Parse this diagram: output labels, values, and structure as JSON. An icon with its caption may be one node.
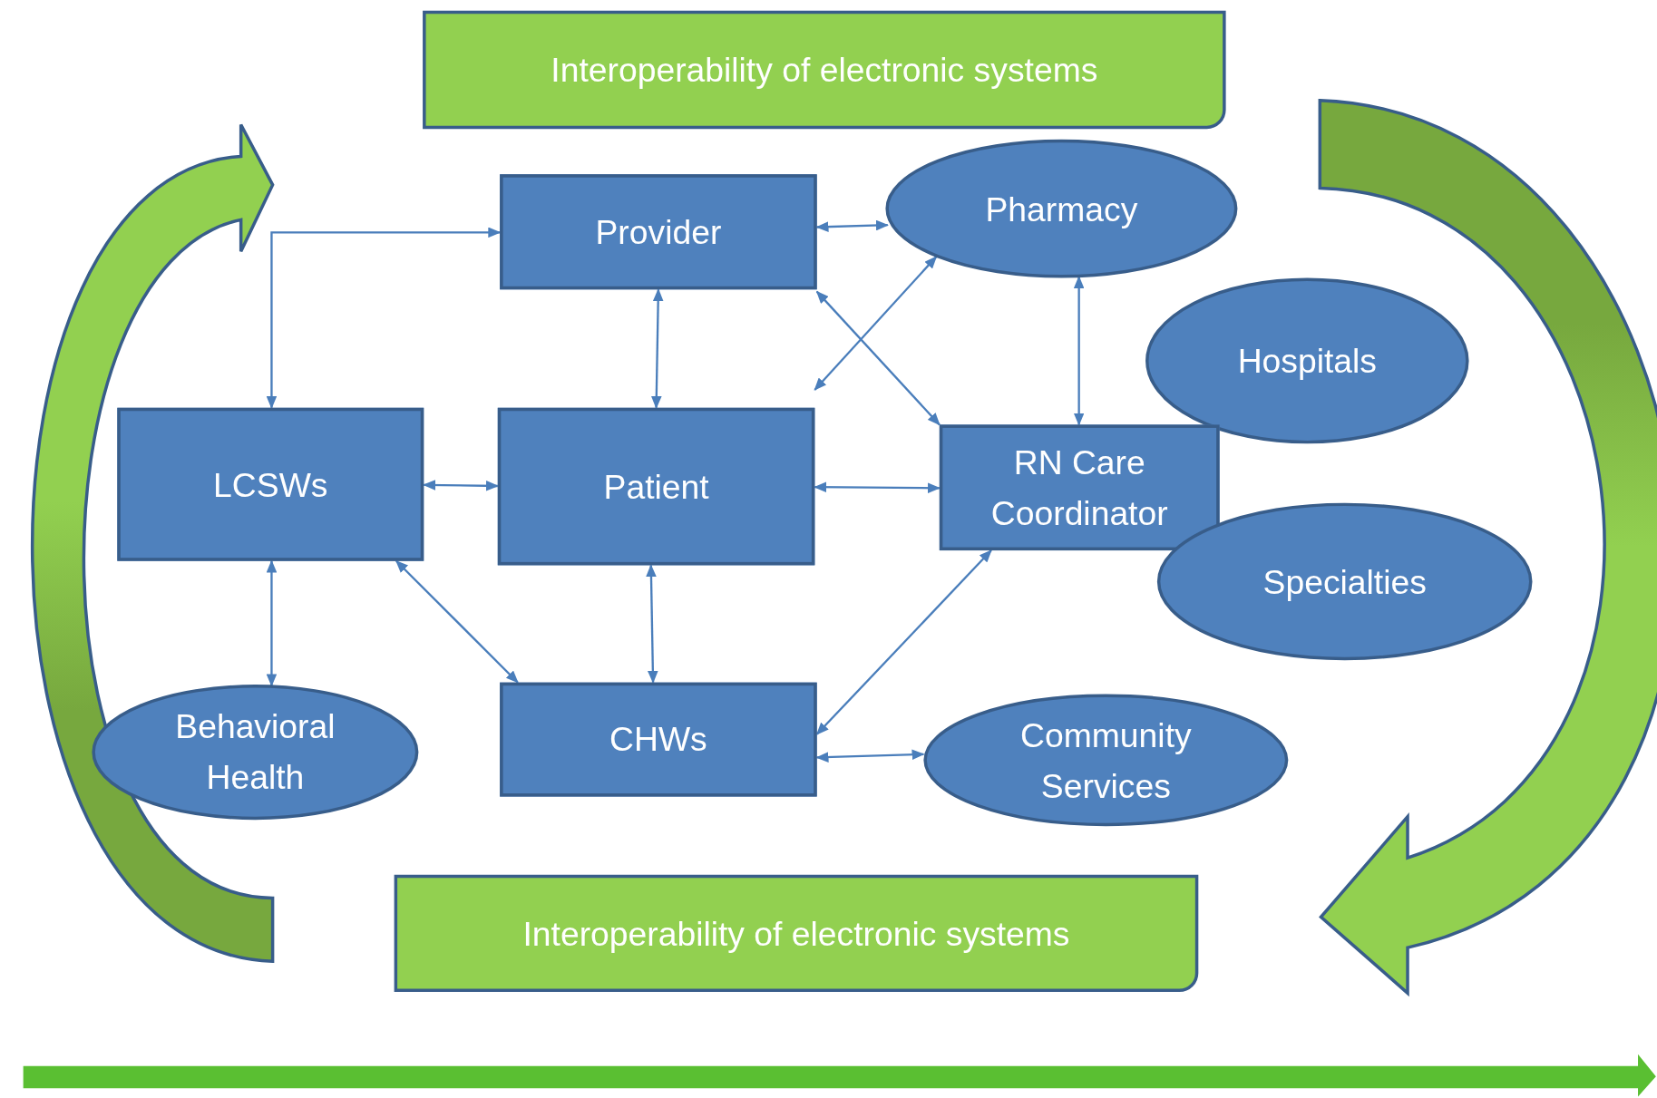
{
  "diagram": {
    "nodes": [
      {
        "text": [
          "Interoperability of electronic systems"
        ]
      },
      {
        "text": [
          "Provider"
        ]
      },
      {
        "text": [
          "Pharmacy"
        ]
      },
      {
        "text": [
          "Hospitals"
        ]
      },
      {
        "text": [
          "LCSWs"
        ]
      },
      {
        "text": [
          "Patient"
        ]
      },
      {
        "text": [
          "RN Care Coordinator"
        ]
      },
      {
        "text": [
          "Specialties"
        ]
      },
      {
        "text": [
          "Behavioral Health"
        ]
      },
      {
        "text": [
          "CHWs"
        ]
      },
      {
        "text": [
          "Community Services"
        ]
      },
      {
        "text": [
          "Interoperability of electronic systems"
        ]
      }
    ],
    "edges": [
      {
        "from": 1,
        "to": 4,
        "arrow": "both"
      },
      {
        "from": 1,
        "to": 2,
        "arrow": "both"
      },
      {
        "from": 1,
        "to": 5,
        "arrow": "both"
      },
      {
        "from": 1,
        "to": 6,
        "arrow": "both"
      },
      {
        "from": 2,
        "to": 5,
        "arrow": "both"
      },
      {
        "from": 2,
        "to": 6,
        "arrow": "both"
      },
      {
        "from": 4,
        "to": 5,
        "arrow": "both"
      },
      {
        "from": 5,
        "to": 6,
        "arrow": "both"
      },
      {
        "from": 4,
        "to": 8,
        "arrow": "both"
      },
      {
        "from": 4,
        "to": 9,
        "arrow": "both"
      },
      {
        "from": 5,
        "to": 9,
        "arrow": "both"
      },
      {
        "from": 9,
        "to": 6,
        "arrow": "both"
      },
      {
        "from": 9,
        "to": 10,
        "arrow": "both"
      }
    ]
  }
}
